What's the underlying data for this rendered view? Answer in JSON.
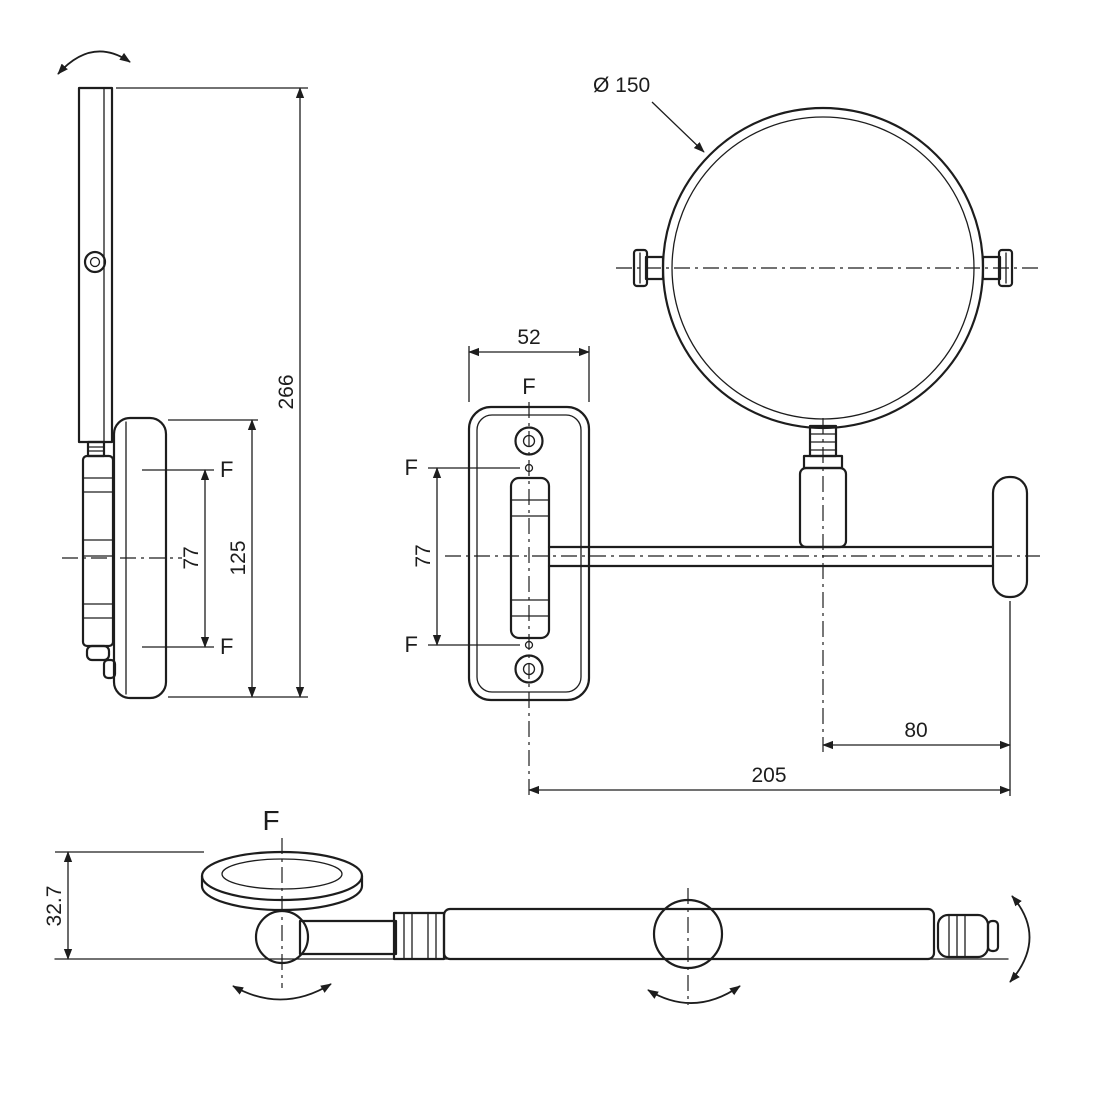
{
  "page": {
    "background": "#ffffff",
    "line_color": "#1d1d1d"
  },
  "side_view": {
    "dim_overall_height": "266",
    "dim_plate_height": "125",
    "dim_fixing_span": "77",
    "label_fixing_top": "F",
    "label_fixing_bottom": "F"
  },
  "front_view": {
    "label_mirror_diameter": "Ø 150",
    "dim_plate_width": "52",
    "dim_fixing_span": "77",
    "label_fixing_top": "F",
    "label_fixing_left_top": "F",
    "label_fixing_left_bottom": "F",
    "dim_arm_end_offset": "80",
    "dim_arm_reach": "205"
  },
  "top_view": {
    "label_fixing": "F",
    "dim_plate_depth": "32.7"
  }
}
